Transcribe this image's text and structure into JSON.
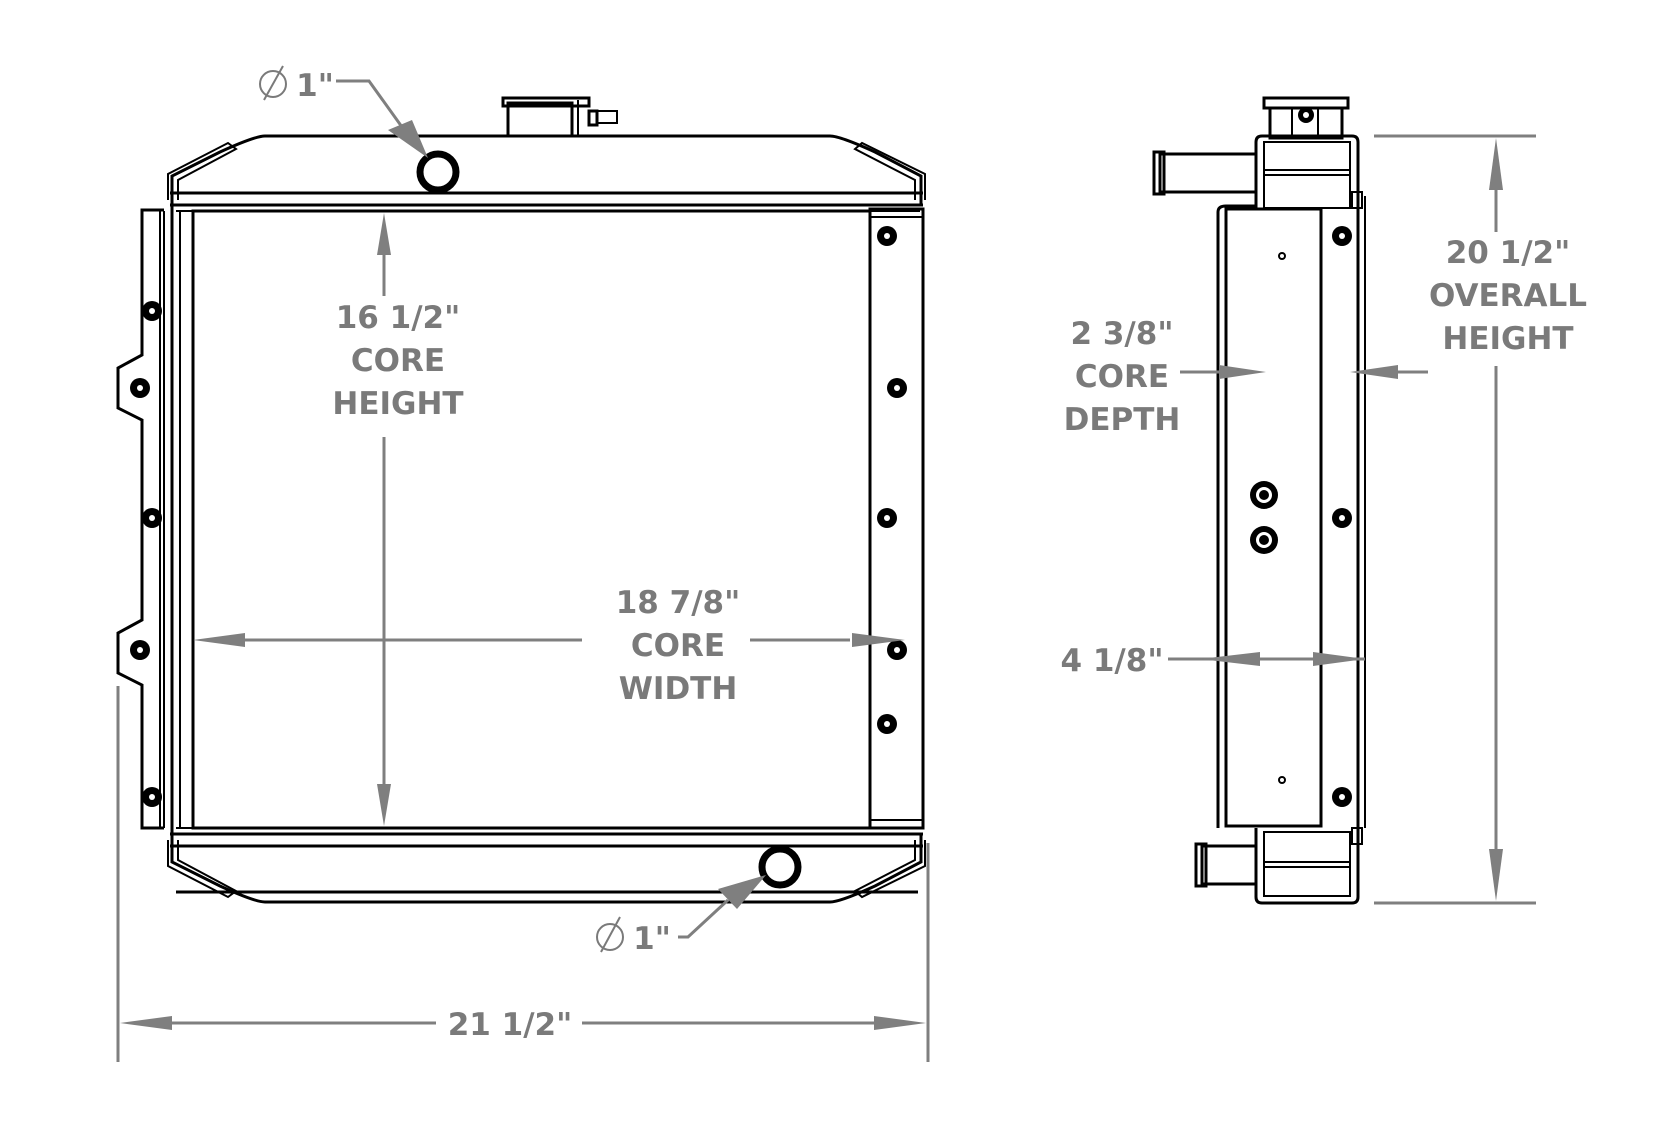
{
  "diagram": {
    "type": "radiator dimension drawing",
    "views": [
      "front-view",
      "side-view"
    ],
    "colors": {
      "outline": "#000000",
      "dimension": "#7f7f7f",
      "dimension_text": "#7a7a7a",
      "background": "#ffffff"
    }
  },
  "front_view": {
    "inlet_port": {
      "symbol": "⌀",
      "size": "1\""
    },
    "outlet_port": {
      "symbol": "⌀",
      "size": "1\""
    },
    "core_height": {
      "value": "16 1/2\"",
      "label_line1": "CORE",
      "label_line2": "HEIGHT"
    },
    "core_width": {
      "value": "18 7/8\"",
      "label_line1": "CORE",
      "label_line2": "WIDTH"
    },
    "overall_width": {
      "value": "21 1/2\""
    }
  },
  "side_view": {
    "core_depth": {
      "value": "2 3/8\"",
      "label_line1": "CORE",
      "label_line2": "DEPTH"
    },
    "overall_depth": {
      "value": "4 1/8\""
    },
    "overall_height": {
      "value": "20 1/2\"",
      "label_line1": "OVERALL",
      "label_line2": "HEIGHT"
    }
  }
}
